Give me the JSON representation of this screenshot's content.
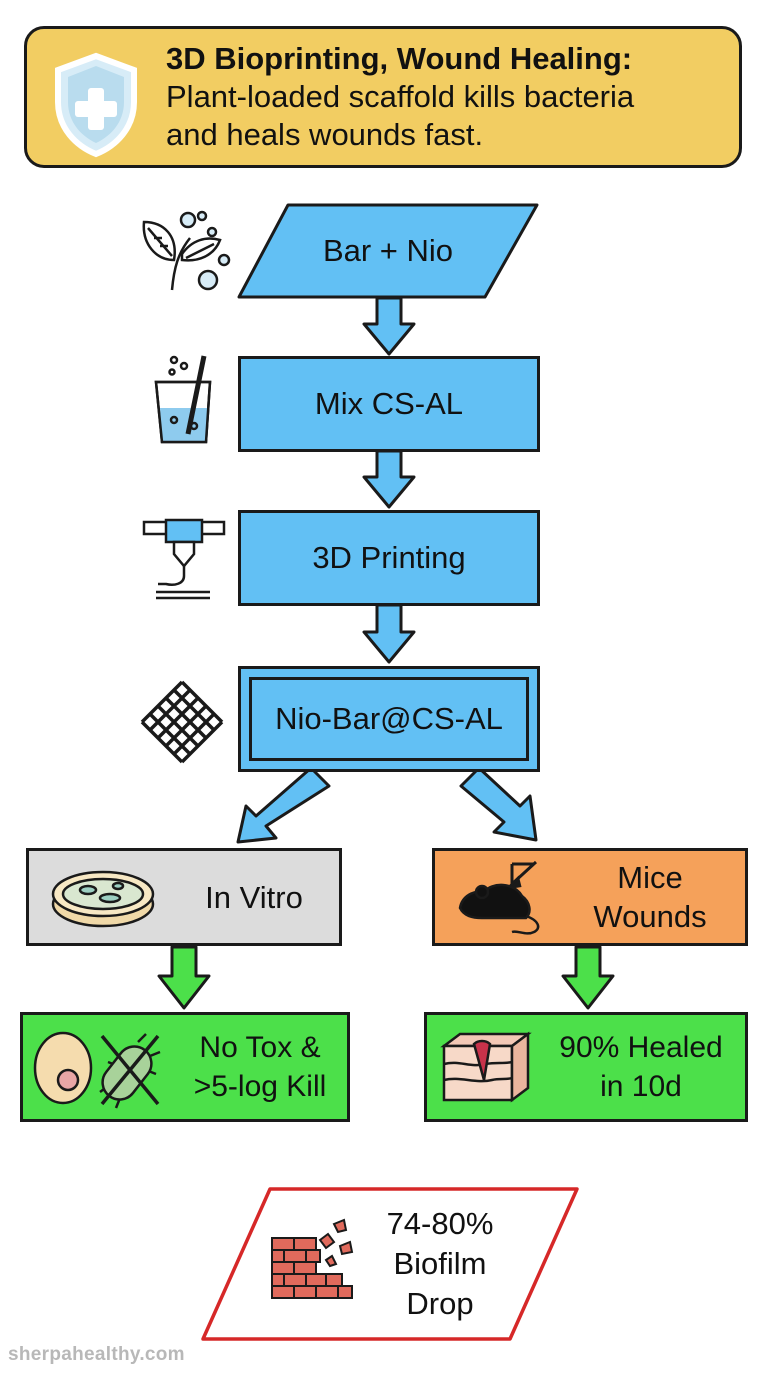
{
  "header": {
    "title": "3D Bioprinting, Wound Healing:",
    "subtitle_line1": "Plant-loaded scaffold kills bacteria",
    "subtitle_line2": "and heals wounds fast."
  },
  "steps": {
    "input": "Bar + Nio",
    "mix": "Mix CS-AL",
    "print": "3D Printing",
    "product": "Nio-Bar@CS-AL"
  },
  "branches": {
    "in_vitro": "In Vitro",
    "mice_line1": "Mice",
    "mice_line2": "Wounds"
  },
  "results": {
    "vitro_line1": "No Tox &",
    "vitro_line2": ">5-log Kill",
    "mice_line1": "90% Healed",
    "mice_line2": "in 10d"
  },
  "biofilm": {
    "line1": "74-80%",
    "line2": "Biofilm",
    "line3": "Drop"
  },
  "footer": {
    "site": "sherpahealthy.com"
  },
  "icons": [
    "shield-icon",
    "leaf-bubbles-icon",
    "beaker-icon",
    "printer-nozzle-icon",
    "mesh-scaffold-icon",
    "petri-dish-icon",
    "mouse-icon",
    "cell-icon",
    "crossed-bacteria-icon",
    "skin-wound-icon",
    "crumbling-brick-wall-icon"
  ],
  "colors": {
    "header_bg": "#f2cd62",
    "step_blue": "#62c0f4",
    "result_green": "#4ce04a",
    "vitro_gray": "#dcdcdc",
    "mice_orange": "#f5a15a",
    "biofilm_border": "#d62828"
  }
}
